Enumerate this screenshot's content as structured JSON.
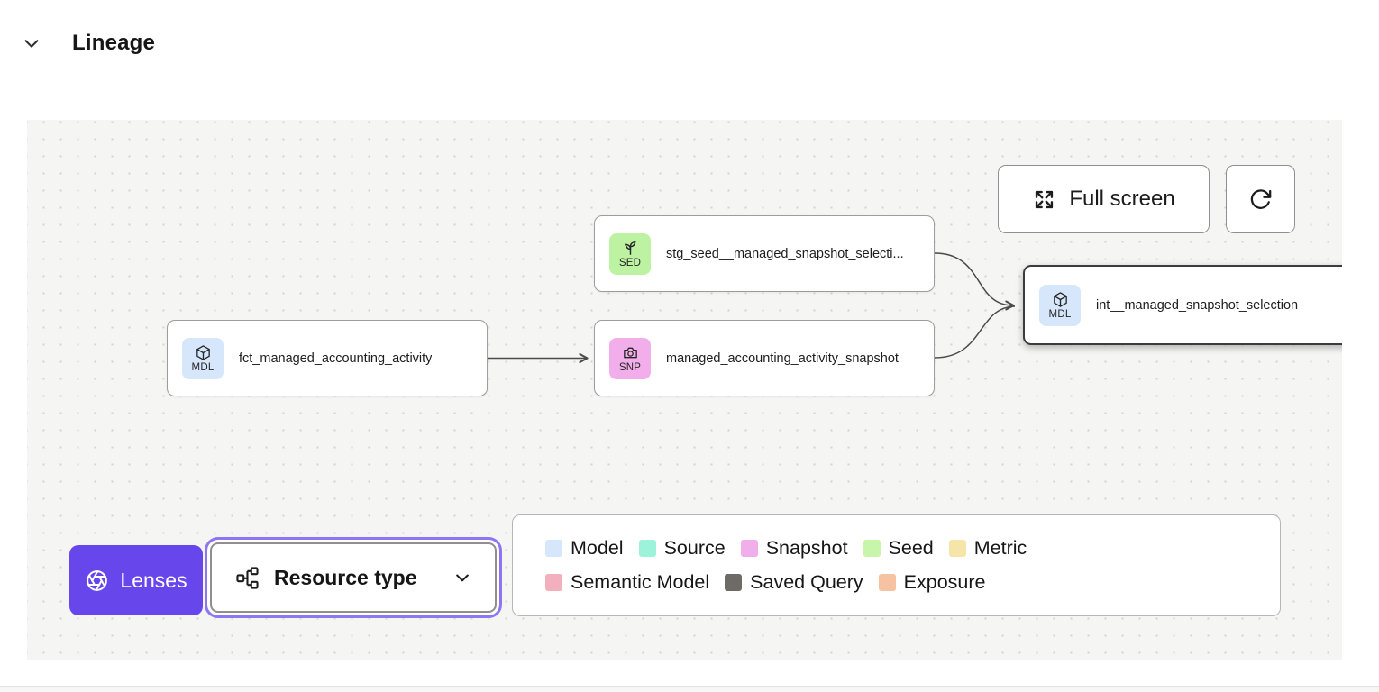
{
  "header": {
    "title": "Lineage"
  },
  "toolbar": {
    "full_screen_label": "Full screen"
  },
  "graph": {
    "nodes": [
      {
        "id": "seed-node",
        "badge": "SED",
        "badge_color": "#bdf2a3",
        "icon": "seedling-icon",
        "label": "stg_seed__managed_snapshot_selecti..."
      },
      {
        "id": "fct-node",
        "badge": "MDL",
        "badge_color": "#d6e7fc",
        "icon": "cube-icon",
        "label": "fct_managed_accounting_activity"
      },
      {
        "id": "snapshot-node",
        "badge": "SNP",
        "badge_color": "#f2aeea",
        "icon": "camera-icon",
        "label": "managed_accounting_activity_snapshot"
      },
      {
        "id": "int-node",
        "badge": "MDL",
        "badge_color": "#d6e7fc",
        "icon": "cube-icon",
        "label": "int__managed_snapshot_selection",
        "selected": true
      }
    ],
    "edge_color": "#4a4a4a"
  },
  "lenses": {
    "label": "Lenses",
    "accent_color": "#6746ec"
  },
  "resource_type": {
    "label": "Resource type",
    "focus_ring_color": "#8d76f3"
  },
  "legend": {
    "items": [
      {
        "label": "Model",
        "color": "#d6e6fb"
      },
      {
        "label": "Source",
        "color": "#9df2da"
      },
      {
        "label": "Snapshot",
        "color": "#f0aeea"
      },
      {
        "label": "Seed",
        "color": "#c6f5ab"
      },
      {
        "label": "Metric",
        "color": "#f5e5a9"
      },
      {
        "label": "Semantic Model",
        "color": "#f2afbe"
      },
      {
        "label": "Saved Query",
        "color": "#6e6a66"
      },
      {
        "label": "Exposure",
        "color": "#f5c2a2"
      }
    ]
  }
}
